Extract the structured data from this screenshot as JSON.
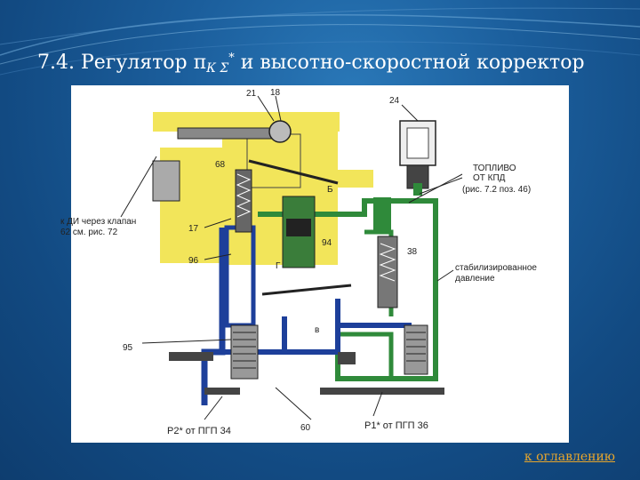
{
  "slide": {
    "title_main": "7.4. Регулятор π",
    "title_sub": "К Σ",
    "title_sup": "*",
    "title_rest": "и высотно-скоростной корректор",
    "link": "к оглавлению"
  },
  "diagram": {
    "labels": {
      "n21": "21",
      "n18": "18",
      "n24": "24",
      "fuel_l1": "ТОПЛИВО",
      "fuel_l2": "ОТ   КПД",
      "fuel_l3": "(рис. 7.2 поз. 46)",
      "kdi_l1": "к ДИ через клапан",
      "kdi_l2": "62 см. рис. 72",
      "n17": "17",
      "n96": "96",
      "n68": "68",
      "b_letter": "Б",
      "n94": "94",
      "n38": "38",
      "stab_l1": "стабилизированное",
      "stab_l2": "давление",
      "g_letter": "Г",
      "v_letter": "в",
      "n95": "95",
      "p2": "Р2* от ПГП 34",
      "n60": "60",
      "p1": "Р1* от ПГП 36"
    },
    "colors": {
      "yellow": "#f2e55a",
      "green": "#2f8a3a",
      "blue": "#1d3f9a",
      "gray": "#8a8a8a",
      "dark": "#2a2a2a"
    }
  }
}
